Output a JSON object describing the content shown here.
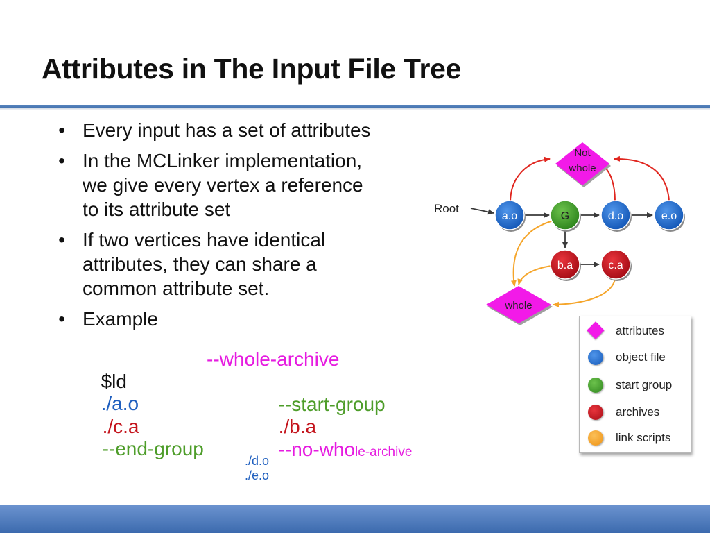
{
  "slide": {
    "title": "Attributes in The Input File Tree",
    "bullets": [
      {
        "lines": [
          "Every input has a set of attributes"
        ]
      },
      {
        "lines": [
          "In the MCLinker implementation,",
          "we give every vertex a reference",
          "to its attribute set"
        ]
      },
      {
        "lines": [
          "If two vertices have identical",
          "attributes, they can share a",
          "common attribute set."
        ]
      },
      {
        "lines": [
          "Example"
        ]
      }
    ],
    "bullet_glyph": "•",
    "example": {
      "ld": "$ld",
      "a_o": "./a.o",
      "whole_archive": "--whole-archive",
      "start_group": "--start-group",
      "b_a": "./b.a",
      "c_a": "./c.a",
      "end_group": "--end-group",
      "no_who": "--no-who",
      "le_archive": "le-archive",
      "d_o": "./d.o",
      "e_o": "./e.o"
    }
  },
  "diagram": {
    "root_label": "Root",
    "nodes": {
      "a_o": "a.o",
      "g": "G",
      "d_o": "d.o",
      "e_o": "e.o",
      "b_a": "b.a",
      "c_a": "c.a",
      "not_whole_1": "Not",
      "not_whole_2": "whole",
      "whole": "whole"
    },
    "colors": {
      "object_file": "#1f6fd0",
      "start_group": "#3f9e2b",
      "archives": "#cc1220",
      "link_scripts": "#f5a52a",
      "attributes": "#f21ae8"
    },
    "legend": [
      {
        "label": "attributes",
        "shape": "diamond",
        "color": "#f21ae8"
      },
      {
        "label": "object file",
        "shape": "circle",
        "color": "#1f6fd0"
      },
      {
        "label": "start group",
        "shape": "circle",
        "color": "#3f9e2b"
      },
      {
        "label": "archives",
        "shape": "circle",
        "color": "#cc1220"
      },
      {
        "label": "link scripts",
        "shape": "circle",
        "color": "#f5a52a"
      }
    ]
  }
}
